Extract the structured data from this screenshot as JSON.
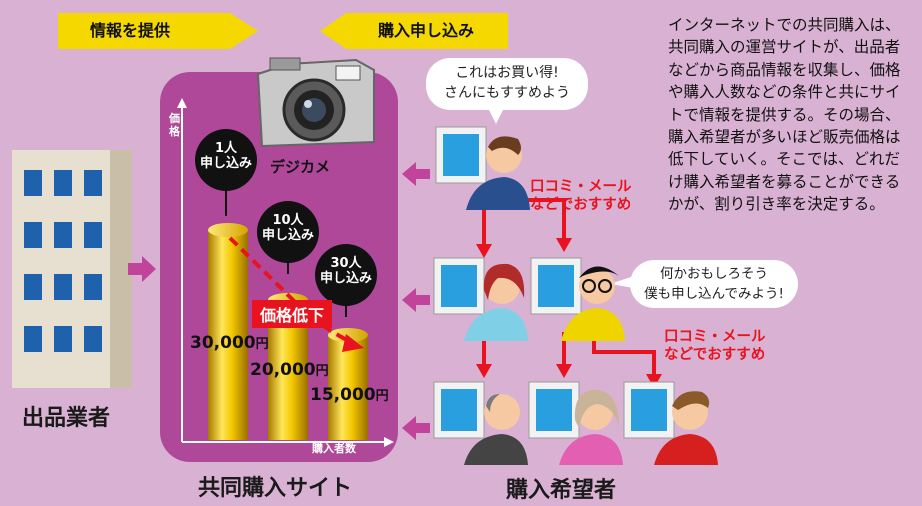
{
  "banners": {
    "provide_info": "情報を提供",
    "apply": "購入申し込み"
  },
  "labels": {
    "seller": "出品業者",
    "site": "共同購入サイト",
    "buyers": "購入希望者",
    "camera": "デジカメ"
  },
  "chart": {
    "y_axis_label": "価格",
    "x_axis_label": "購入者数",
    "price_drop": "価格低下",
    "bars": [
      {
        "count_num": "1人",
        "count_text": "申し込み",
        "price": "30,000",
        "unit": "円",
        "level": 1.0
      },
      {
        "count_num": "10人",
        "count_text": "申し込み",
        "price": "20,000",
        "unit": "円",
        "level": 0.667
      },
      {
        "count_num": "30人",
        "count_text": "申し込み",
        "price": "15,000",
        "unit": "円",
        "level": 0.5
      }
    ]
  },
  "bubbles": {
    "top": [
      "これはお買い得!",
      "さんにもすすめよう"
    ],
    "middle": [
      "何かおもしろそう",
      "僕も申し込んでみよう!"
    ]
  },
  "word_of_mouth": [
    "口コミ・メール",
    "などでおすすめ"
  ],
  "explanation": "インターネットでの共同購入は、共同購入の運営サイトが、出品者などから商品情報を収集し、価格や購入人数などの条件と共にサイトで情報を提供する。その場合、購入希望者が多いほど販売価格は低下していく。そこでは、どれだけ購入希望者を募ることができるかが、割り引き率を決定する。",
  "colors": {
    "background": "#d9b2d3",
    "site_panel": "#b0489a",
    "banner": "#f5d800",
    "arrow_pink": "#c2439a",
    "accent_red": "#e8131f",
    "gold": "#e0b400"
  }
}
